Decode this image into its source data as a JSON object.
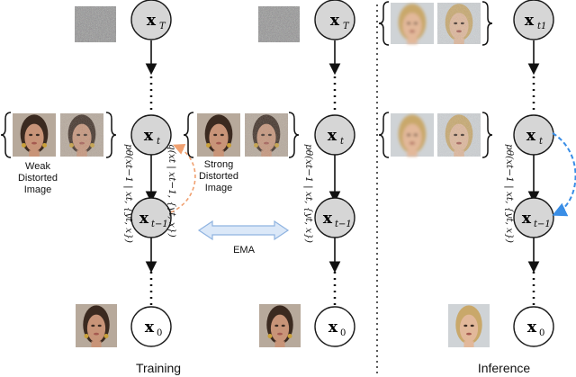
{
  "nodes": {
    "xT": {
      "base": "x",
      "sub": "T"
    },
    "xt": {
      "base": "x",
      "sub": "t"
    },
    "xt1": {
      "base": "x",
      "sub": "t−1"
    },
    "x0": {
      "base": "x",
      "sub": "0"
    },
    "xt_inf_top": {
      "base": "x",
      "sub": "t1"
    }
  },
  "labels": {
    "weak": [
      "Weak",
      "Distorted",
      "Image"
    ],
    "strong": [
      "Strong",
      "Distorted",
      "Image"
    ],
    "ema": "EMA",
    "training": "Training",
    "inference": "Inference"
  },
  "edge_labels": {
    "p_left": "pθ(xt−1 | xt, {yt, x})",
    "q_left": "q(xt | xt−1, {yt, x})",
    "p_mid": "pθ(xt−1 | xt, {yt, x})",
    "p_right": "pθ(xt−1 | xt, {yt, x})"
  },
  "colors": {
    "node_fill": "#d6d6d6",
    "node_stroke": "#1a1a1a",
    "orange_arrow": "#f0a070",
    "blue_arrow": "#3a8ee6",
    "ema_fill": "#dbe8f8",
    "ema_stroke": "#8fb3e0"
  }
}
